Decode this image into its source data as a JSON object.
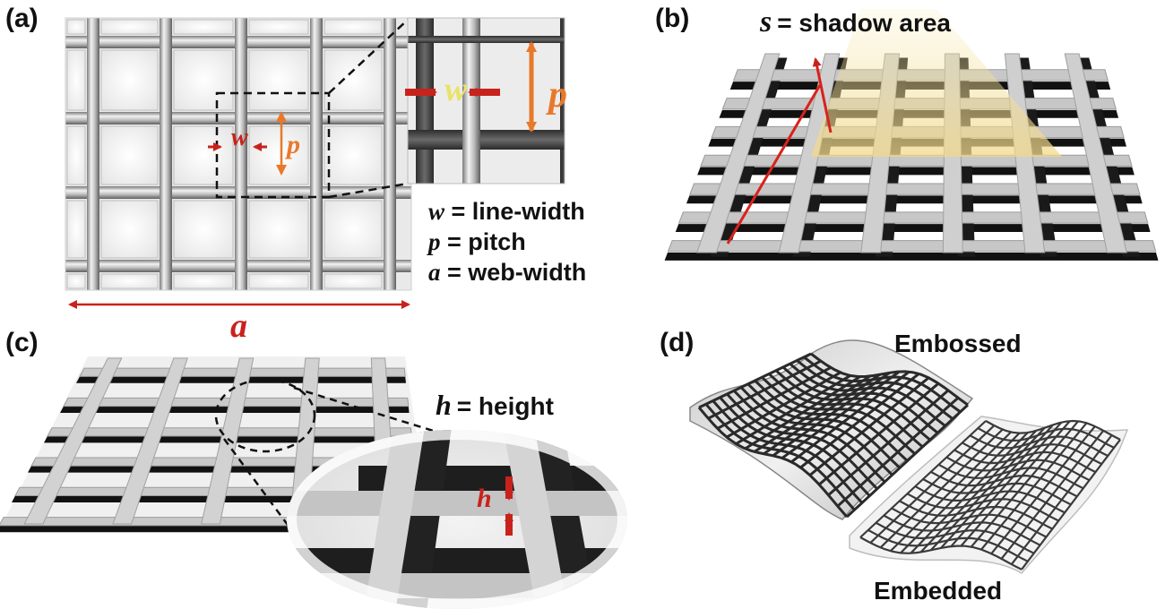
{
  "panels": {
    "a": {
      "label": "(a)"
    },
    "b": {
      "label": "(b)"
    },
    "c": {
      "label": "(c)"
    },
    "d": {
      "label": "(d)"
    }
  },
  "panel_a": {
    "w_symbol": "w",
    "p_symbol": "p",
    "a_symbol": "a",
    "legend": [
      {
        "symbol": "w",
        "text": "= line-width"
      },
      {
        "symbol": "p",
        "text": "= pitch"
      },
      {
        "symbol": "a",
        "text": "= web-width"
      }
    ]
  },
  "panel_b": {
    "s_symbol": "s",
    "s_text": "=  shadow area"
  },
  "panel_c": {
    "h_symbol": "h",
    "h_text": "=  height"
  },
  "panel_d": {
    "top_label": "Embossed",
    "bottom_label": "Embedded"
  },
  "colors": {
    "arrow_red": "#c8221c",
    "arrow_orange": "#e8792b",
    "w_yellow": "#e8e36a",
    "shadow_yellow": "#f5e7b8"
  }
}
